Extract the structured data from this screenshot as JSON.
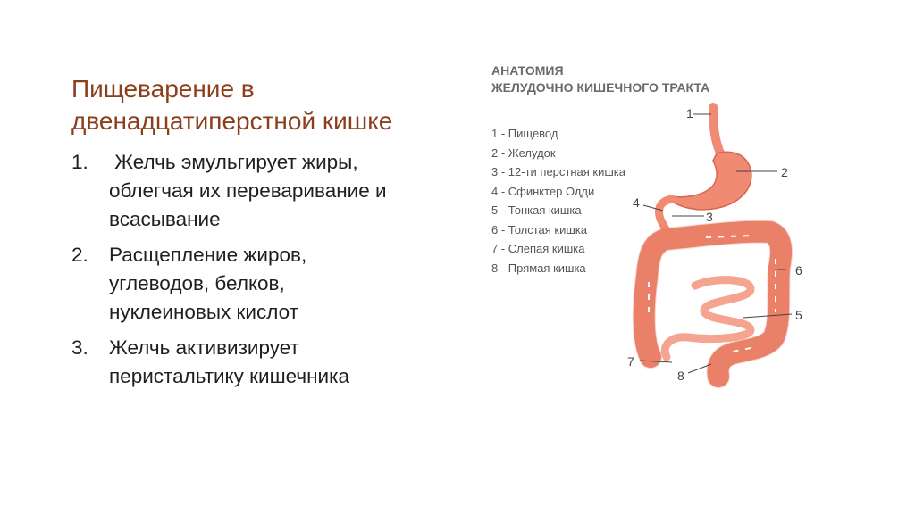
{
  "slide": {
    "title_lines": [
      "Пищеварение в",
      "двенадцатиперстной кишке"
    ],
    "items": [
      {
        "number": "1.",
        "lines": [
          " Желчь эмульгирует жиры,",
          "облегчая их переваривание и",
          "всасывание"
        ]
      },
      {
        "number": "2.",
        "lines": [
          "Расщепление жиров,",
          "углеводов, белков,",
          "нуклеиновых кислот"
        ]
      },
      {
        "number": "3.",
        "lines": [
          "Желчь активизирует",
          "перистальтику кишечника"
        ]
      }
    ]
  },
  "diagram": {
    "title_lines": [
      "АНАТОМИЯ",
      "ЖЕЛУДОЧНО КИШЕЧНОГО ТРАКТА"
    ],
    "legend": [
      "1 - Пищевод",
      "2 - Желудок",
      "3 - 12-ти перстная кишка",
      "4 - Сфинктер Одди",
      "5 - Тонкая кишка",
      "6 - Толстая кишка",
      "7 - Слепая кишка",
      "8 - Прямая кишка"
    ],
    "markers": [
      "1",
      "2",
      "3",
      "4",
      "5",
      "6",
      "7",
      "8"
    ],
    "colors": {
      "organ": "#f08a72",
      "organ_dark": "#d9654c",
      "arrow": "#ffffff",
      "title": "#8c3e1c"
    }
  }
}
